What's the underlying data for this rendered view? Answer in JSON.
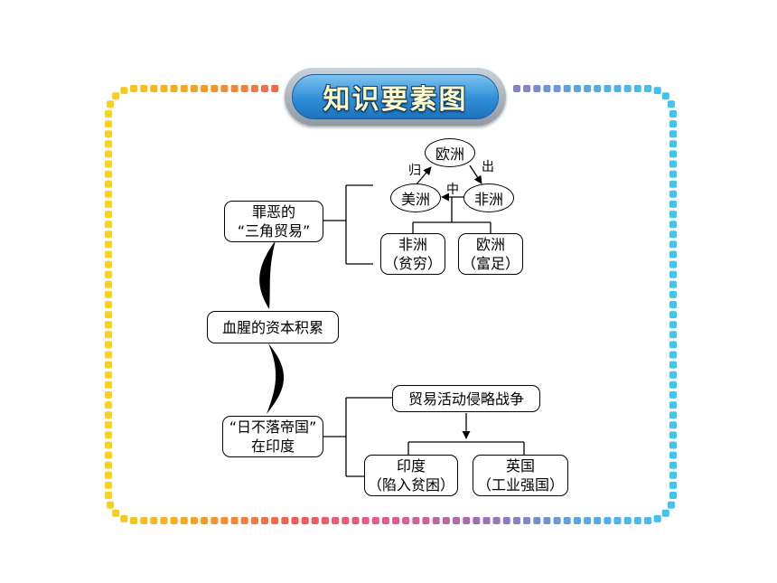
{
  "title": "知识要素图",
  "center": "血腥的资本积累",
  "triangle_trade": {
    "label_line1": "罪恶的",
    "label_line2": "“三角贸易”",
    "nodes": {
      "europe": "欧洲",
      "america": "美洲",
      "africa": "非洲"
    },
    "arrows": {
      "out": "出",
      "middle": "中",
      "return": "归"
    },
    "results": [
      {
        "line1": "非洲",
        "line2": "（贫穷）"
      },
      {
        "line1": "欧洲",
        "line2": "（富足）"
      }
    ]
  },
  "india": {
    "label_line1": "“日不落帝国”",
    "label_line2": "在印度",
    "top": "贸易活动侵略战争",
    "results": [
      {
        "line1": "印度",
        "line2": "（陷入贫困）"
      },
      {
        "line1": "英国",
        "line2": "（工业强国）"
      }
    ]
  },
  "colors": {
    "dots": [
      "#f7d21e",
      "#f59c22",
      "#ef5a5a",
      "#e35c8c",
      "#9b6fb6",
      "#5aa6e0",
      "#3ec6f0"
    ],
    "title_fill": "#2f8fd6",
    "title_text": "#fff8c8"
  }
}
